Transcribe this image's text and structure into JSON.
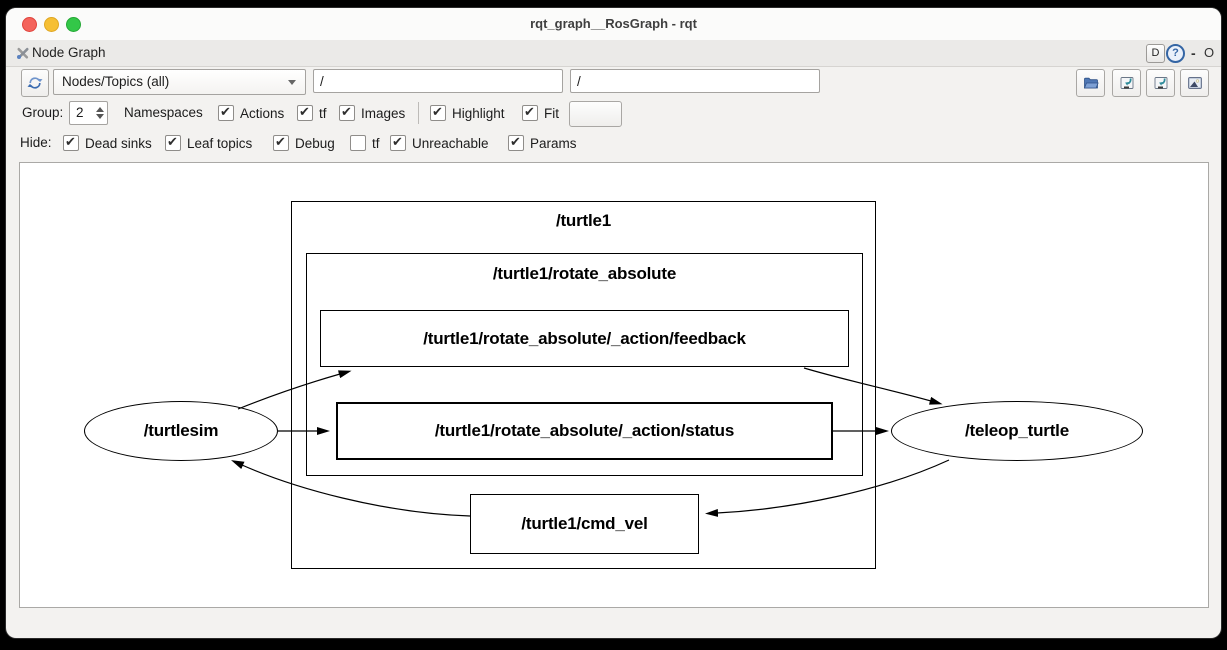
{
  "window": {
    "title": "rqt_graph__RosGraph - rqt"
  },
  "panel": {
    "title": "Node Graph",
    "detach_button": "D",
    "help_button": "?",
    "minimize_button": "-",
    "float_button": "O"
  },
  "toolbar": {
    "graph_type_value": "Nodes/Topics (all)",
    "filter_primary": "/",
    "filter_secondary": "/"
  },
  "options": {
    "group_label": "Group:",
    "group_value": "2",
    "namespaces_label": "Namespaces",
    "checks": [
      {
        "label": "Actions",
        "checked": true,
        "mark": "✔"
      },
      {
        "label": "tf",
        "checked": true,
        "mark": "✔"
      },
      {
        "label": "Images",
        "checked": true,
        "mark": "✔"
      }
    ],
    "view_checks": [
      {
        "label": "Highlight",
        "checked": true,
        "mark": "✔"
      },
      {
        "label": "Fit",
        "checked": true,
        "mark": "✔"
      }
    ]
  },
  "hide": {
    "label": "Hide:",
    "checks": [
      {
        "label": "Dead sinks",
        "checked": true,
        "mark": "✔"
      },
      {
        "label": "Leaf topics",
        "checked": true,
        "mark": "✔"
      },
      {
        "label": "Debug",
        "checked": true,
        "mark": "✔"
      },
      {
        "label": "tf",
        "checked": false,
        "mark": ""
      },
      {
        "label": "Unreachable",
        "checked": true,
        "mark": "✔"
      },
      {
        "label": "Params",
        "checked": true,
        "mark": "✔"
      }
    ]
  },
  "graph": {
    "groups": [
      {
        "label": "/turtle1"
      },
      {
        "label": "/turtle1/rotate_absolute"
      }
    ],
    "nodes": [
      {
        "id": "turtlesim",
        "label": "/turtlesim",
        "shape": "ellipse"
      },
      {
        "id": "teleop_turtle",
        "label": "/teleop_turtle",
        "shape": "ellipse"
      },
      {
        "id": "feedback",
        "label": "/turtle1/rotate_absolute/_action/feedback",
        "shape": "box"
      },
      {
        "id": "status",
        "label": "/turtle1/rotate_absolute/_action/status",
        "shape": "box"
      },
      {
        "id": "cmd_vel",
        "label": "/turtle1/cmd_vel",
        "shape": "box"
      }
    ],
    "edges": [
      {
        "from": "/turtlesim",
        "to": "/turtle1/rotate_absolute/_action/feedback"
      },
      {
        "from": "/turtlesim",
        "to": "/turtle1/rotate_absolute/_action/status"
      },
      {
        "from": "/turtle1/rotate_absolute/_action/feedback",
        "to": "/teleop_turtle"
      },
      {
        "from": "/turtle1/rotate_absolute/_action/status",
        "to": "/teleop_turtle"
      },
      {
        "from": "/teleop_turtle",
        "to": "/turtle1/cmd_vel"
      },
      {
        "from": "/turtle1/cmd_vel",
        "to": "/turtlesim"
      }
    ]
  },
  "colors": {
    "accent_blue": "#3465a4",
    "traffic_red": "#f4645c",
    "traffic_yellow": "#f6bf34",
    "traffic_green": "#33c748",
    "graph_stroke": "#000000",
    "canvas_bg": "#ffffff"
  }
}
